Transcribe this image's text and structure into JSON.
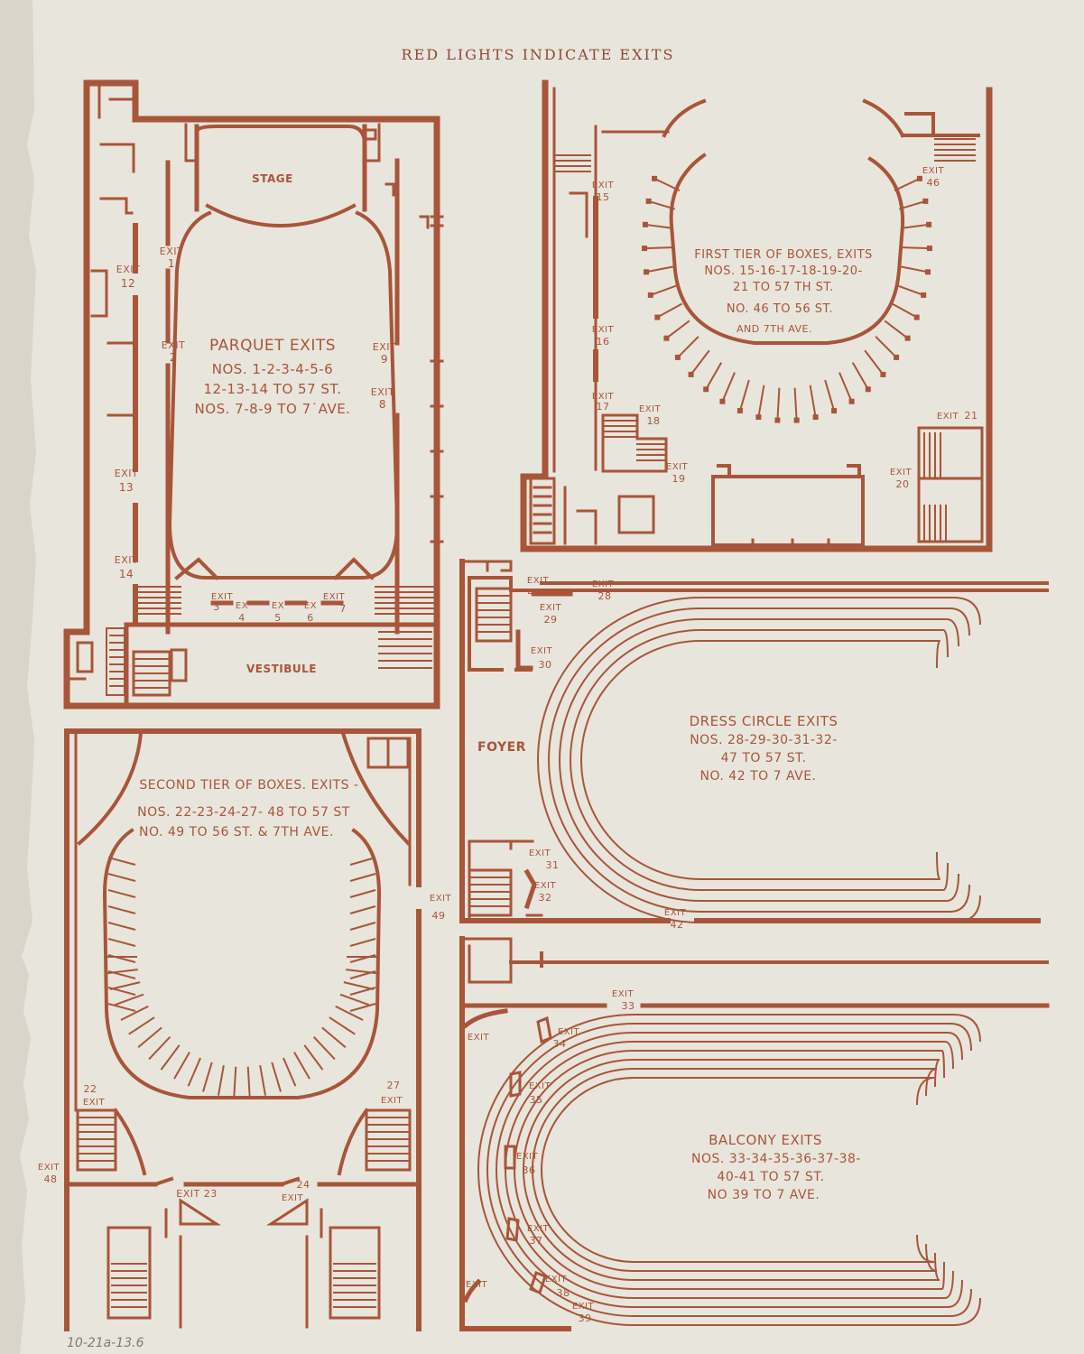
{
  "header": "RED LIGHTS INDICATE EXITS",
  "pencil_note": "10-21a-13.6",
  "colors": {
    "ink": "#a8553a",
    "paper": "#e8e5dc"
  },
  "parquet": {
    "stage": "STAGE",
    "vestibule": "VESTIBULE",
    "title": "PARQUET EXITS",
    "line1": "NOS. 1-2-3-4-5-6",
    "line2": "12-13-14 TO 57 ST.",
    "line3": "NOS. 7-8-9 TO 7˙AVE.",
    "exits": {
      "e1": [
        "EXIT",
        "1"
      ],
      "e2": [
        "EXIT",
        "2"
      ],
      "e9": [
        "EXIT",
        "9"
      ],
      "e8": [
        "EXIT",
        "8"
      ],
      "e12": [
        "EXIT",
        "12"
      ],
      "e13": [
        "EXIT",
        "13"
      ],
      "e14": [
        "EXIT",
        "14"
      ],
      "e3": [
        "EXIT",
        "3"
      ],
      "e4": [
        "EX",
        "4"
      ],
      "e5": [
        "EX",
        "5"
      ],
      "e6": [
        "EX",
        "6"
      ],
      "e7": [
        "EXIT",
        "7"
      ]
    }
  },
  "first_tier": {
    "title": "FIRST TIER OF BOXES, EXITS",
    "line1": "NOS. 15-16-17-18-19-20-",
    "line2": "21 TO 57 TH ST.",
    "line3": "NO. 46 TO 56 ST.",
    "line4": "AND 7TH AVE.",
    "exits": {
      "e15": [
        "EXIT",
        "15"
      ],
      "e16": [
        "EXIT",
        "16"
      ],
      "e17": [
        "EXIT",
        "17"
      ],
      "e18": [
        "EXIT",
        "18"
      ],
      "e19": [
        "EXIT",
        "19"
      ],
      "e20": [
        "EXIT",
        "20"
      ],
      "e21": [
        "EXIT",
        "21"
      ],
      "e46": [
        "EXIT",
        "46"
      ]
    }
  },
  "dress_circle": {
    "foyer": "FOYER",
    "title": "DRESS CIRCLE EXITS",
    "line1": "NOS. 28-29-30-31-32-",
    "line2": "47 TO 57 ST.",
    "line3": "NO. 42 TO 7 AVE.",
    "exits": {
      "e47": [
        "EXIT",
        "47"
      ],
      "e28": [
        "EXIT",
        "28"
      ],
      "e29": [
        "EXIT",
        "29"
      ],
      "e30": [
        "EXIT",
        "30"
      ],
      "e31": [
        "EXIT",
        "31"
      ],
      "e32": [
        "EXIT",
        "32"
      ],
      "e42": [
        "EXIT",
        "42"
      ]
    }
  },
  "second_tier": {
    "title": "SECOND TIER OF BOXES. EXITS -",
    "line1": "NOS. 22-23-24-27- 48 TO 57 ST",
    "line2": "NO. 49 TO 56 ST. & 7TH AVE.",
    "exits": {
      "e22": [
        "22",
        "EXIT"
      ],
      "e27": [
        "27",
        "EXIT"
      ],
      "e48": [
        "EXIT",
        "48"
      ],
      "e49": [
        "EXIT",
        "49"
      ],
      "e23": "EXIT 23",
      "e24": [
        "24",
        "EXIT"
      ]
    }
  },
  "balcony": {
    "title": "BALCONY EXITS",
    "line1": "NOS. 33-34-35-36-37-38-",
    "line2": "40-41 TO 57 ST.",
    "line3": "NO 39 TO 7 AVE.",
    "exits": {
      "e33": [
        "EXIT",
        "33"
      ],
      "e34": [
        "EXIT",
        "34"
      ],
      "e35": [
        "EXIT",
        "35"
      ],
      "e36": [
        "EXIT",
        "36"
      ],
      "e37": [
        "EXIT",
        "37"
      ],
      "e38": [
        "EXIT",
        "38"
      ],
      "e39": [
        "EXIT",
        "39"
      ],
      "eL1": "EXIT",
      "eL2": "EXIT"
    }
  }
}
